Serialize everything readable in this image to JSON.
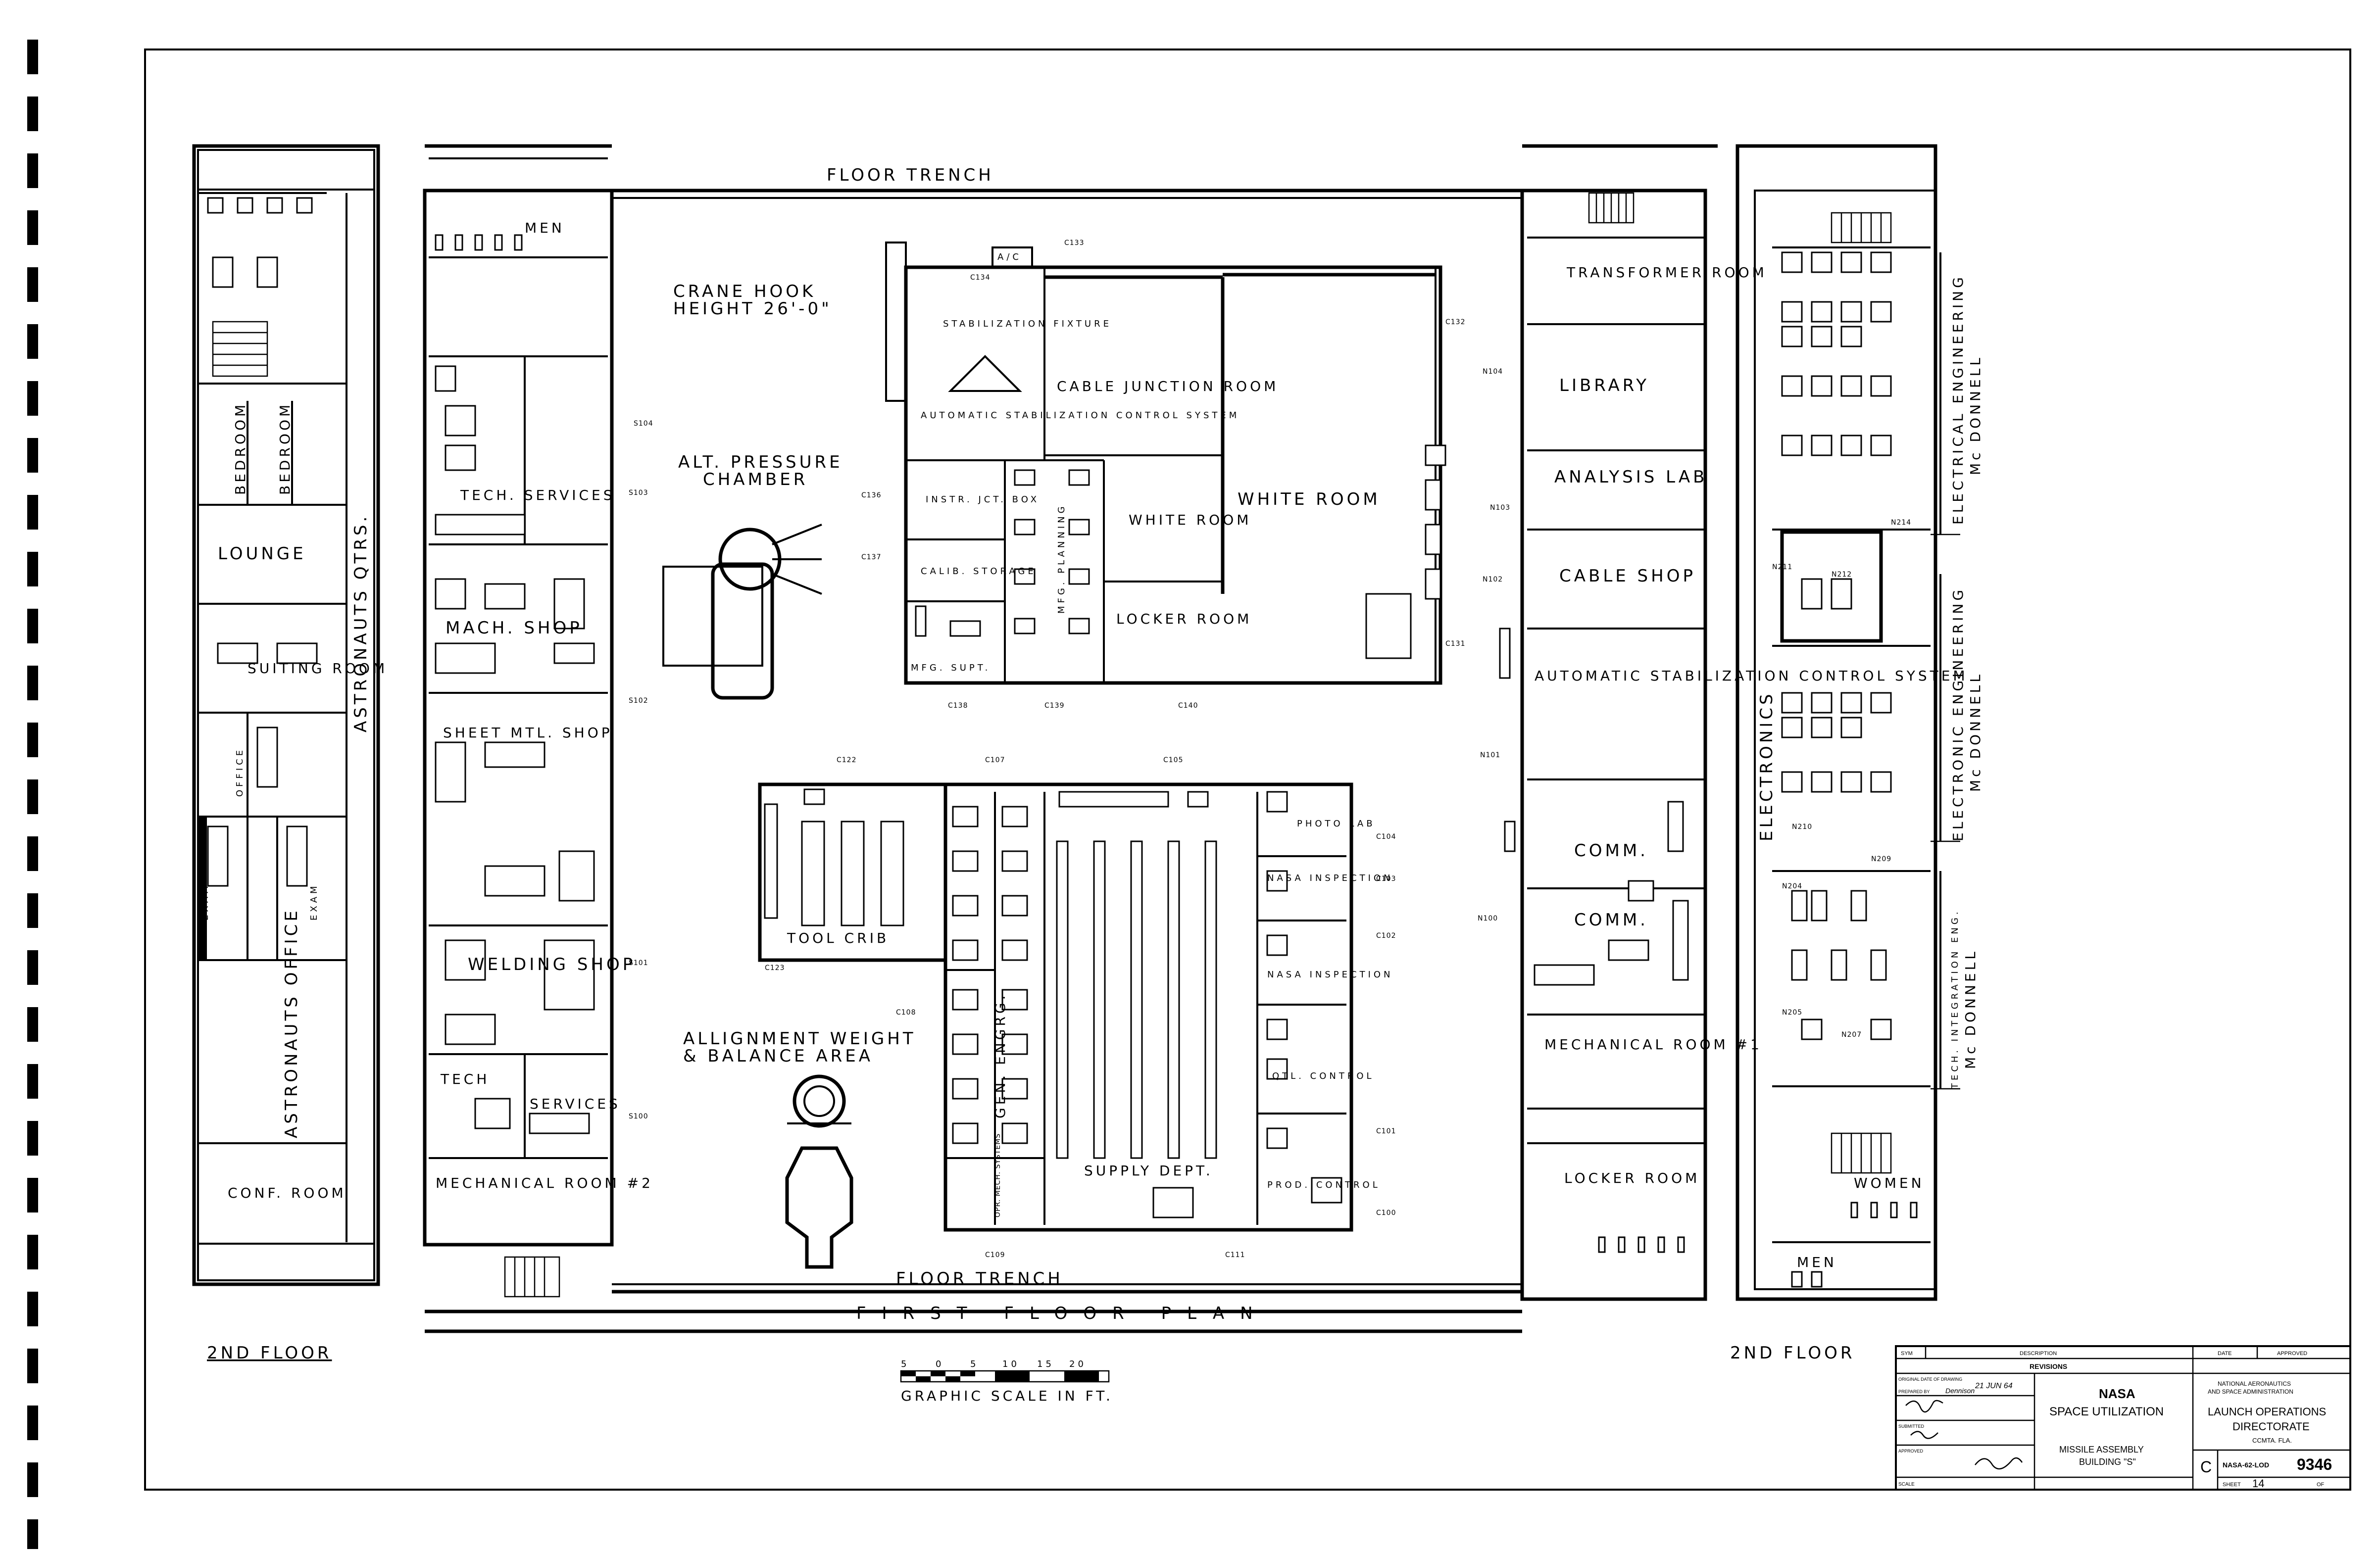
{
  "sheet_title": "FIRST FLOOR PLAN",
  "second_floor_left": "2ND FLOOR",
  "second_floor_right": "2ND FLOOR",
  "floor_trench_top": "FLOOR TRENCH",
  "floor_trench_bottom": "FLOOR TRENCH",
  "crane_hook": [
    "CRANE HOOK",
    "HEIGHT 26'-0\""
  ],
  "alt_pressure": [
    "ALT. PRESSURE",
    "CHAMBER"
  ],
  "alignment": [
    "ALLIGNMENT WEIGHT",
    "& BALANCE AREA"
  ],
  "graphic_scale": {
    "label": "GRAPHIC SCALE IN FT.",
    "ticks": [
      "5",
      "0",
      "5",
      "10",
      "15",
      "20"
    ]
  },
  "left_wing": {
    "vertical_label": "ASTRONAUTS QTRS.",
    "rooms": [
      "BEDROOM",
      "BEDROOM",
      "LOUNGE",
      "SUITING ROOM",
      "OFFICE",
      "EXAM",
      "EXAM",
      "ASTRONAUTS OFFICE",
      "CONF. ROOM"
    ]
  },
  "left_shops": {
    "rooms": [
      "MEN",
      "TECH. SERVICES",
      "MACH. SHOP",
      "SHEET MTL. SHOP",
      "WELDING SHOP",
      "TECH",
      "SERVICES",
      "MECHANICAL ROOM #2"
    ],
    "door_tags": [
      "S104",
      "S103",
      "S102",
      "S101",
      "S100"
    ]
  },
  "upper_center": {
    "rooms": [
      "STABILIZATION FIXTURE",
      "CABLE JUNCTION ROOM",
      "AUTOMATIC STABILIZATION CONTROL SYSTEM",
      "INSTR. JCT. BOX",
      "CALIB. STORAGE",
      "MFG. PLANNING",
      "WHITE ROOM",
      "WHITE ROOM",
      "LOCKER ROOM",
      "MFG. SUPT.",
      "A/C"
    ],
    "door_tags": [
      "C133",
      "C134",
      "C132",
      "C136",
      "C137",
      "C138",
      "C139",
      "C140",
      "C131"
    ]
  },
  "lower_center": {
    "rooms": [
      "TOOL CRIB",
      "GEN. ENGRG.",
      "OPR. MECH. SYSTEMS",
      "SUPPLY DEPT.",
      "PHOTO LAB",
      "NASA INSPECTION",
      "NASA INSPECTION",
      "QTL. CONTROL",
      "PROD. CONTROL"
    ],
    "door_tags": [
      "C122",
      "C107",
      "C105",
      "C104",
      "C103",
      "C102",
      "C101",
      "C100",
      "C123",
      "C108",
      "C109",
      "C111"
    ]
  },
  "right_center": {
    "rooms": [
      "TRANSFORMER ROOM",
      "LIBRARY",
      "ANALYSIS LAB",
      "CABLE SHOP",
      "AUTOMATIC STABILIZATION CONTROL SYSTEM",
      "COMM.",
      "COMM.",
      "MECHANICAL ROOM #1",
      "LOCKER ROOM"
    ],
    "door_tags": [
      "N104",
      "N103",
      "N102",
      "N101",
      "N100"
    ]
  },
  "right_wing": {
    "vertical_label": "ELECTRONICS",
    "side_labels": [
      "ELECTRICAL ENGINEERING",
      "Mc DONNELL",
      "ELECTRONIC ENGINEERING",
      "Mc DONNELL",
      "TECH. INTEGRATION ENG.",
      "Mc DONNELL"
    ],
    "rooms": [
      "WOMEN",
      "MEN"
    ],
    "door_tags": [
      "N214",
      "N211",
      "N212",
      "N210",
      "N209",
      "N204",
      "N205",
      "N207"
    ]
  },
  "title_block": {
    "revisions": "REVISIONS",
    "col_sym": "SYM",
    "col_description": "DESCRIPTION",
    "col_date": "DATE",
    "col_approved": "APPROVED",
    "original_date_label": "ORIGINAL DATE OF DRAWING",
    "original_date": "21 JUN 64",
    "prepared_by_label": "PREPARED BY",
    "prepared_by": "Dennison",
    "submitted_label": "SUBMITTED",
    "approved_label": "APPROVED",
    "scale_label": "SCALE",
    "project_line1": "NASA",
    "project_line2": "SPACE UTILIZATION",
    "building_line1": "MISSILE ASSEMBLY",
    "building_line2": "BUILDING \"S\"",
    "agency_line1": "NATIONAL AERONAUTICS",
    "agency_line2": "AND SPACE ADMINISTRATION",
    "directorate_line1": "LAUNCH OPERATIONS",
    "directorate_line2": "DIRECTORATE",
    "location": "CCMTA. FLA.",
    "size": "C",
    "drawing_no_prefix": "NASA-62-LOD",
    "drawing_no": "9346",
    "sheet_label": "SHEET",
    "sheet_no": "14",
    "of_label": "OF"
  }
}
